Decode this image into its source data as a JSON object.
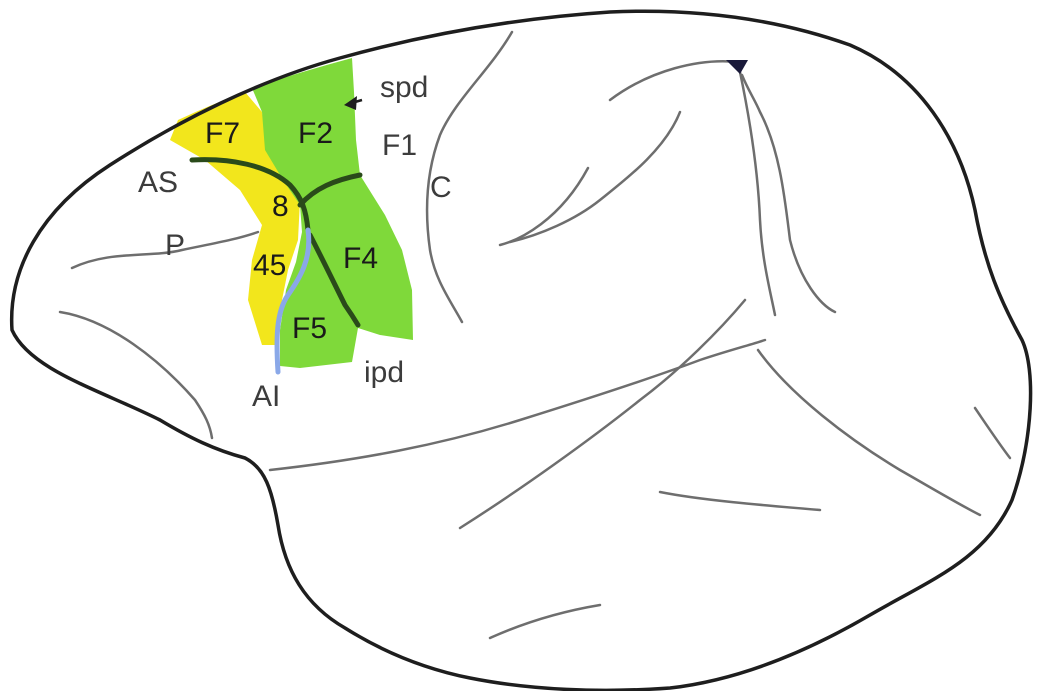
{
  "colors": {
    "premotor_green": "#7fd93a",
    "prefrontal_yellow": "#f2e61c",
    "outline": "#1e1e1e",
    "sulcus": "#6e6e6e",
    "arcuate_sulcus": "#2a4a1a",
    "arcuate_inferior": "#8aa8e8"
  },
  "regions": {
    "f7": "F7",
    "f2": "F2",
    "f1": "F1",
    "f4": "F4",
    "f5": "F5",
    "area8": "8",
    "area45": "45"
  },
  "landmarks": {
    "spd": "spd",
    "ipd": "ipd",
    "as": "AS",
    "ai": "AI",
    "p": "P",
    "c": "C"
  }
}
